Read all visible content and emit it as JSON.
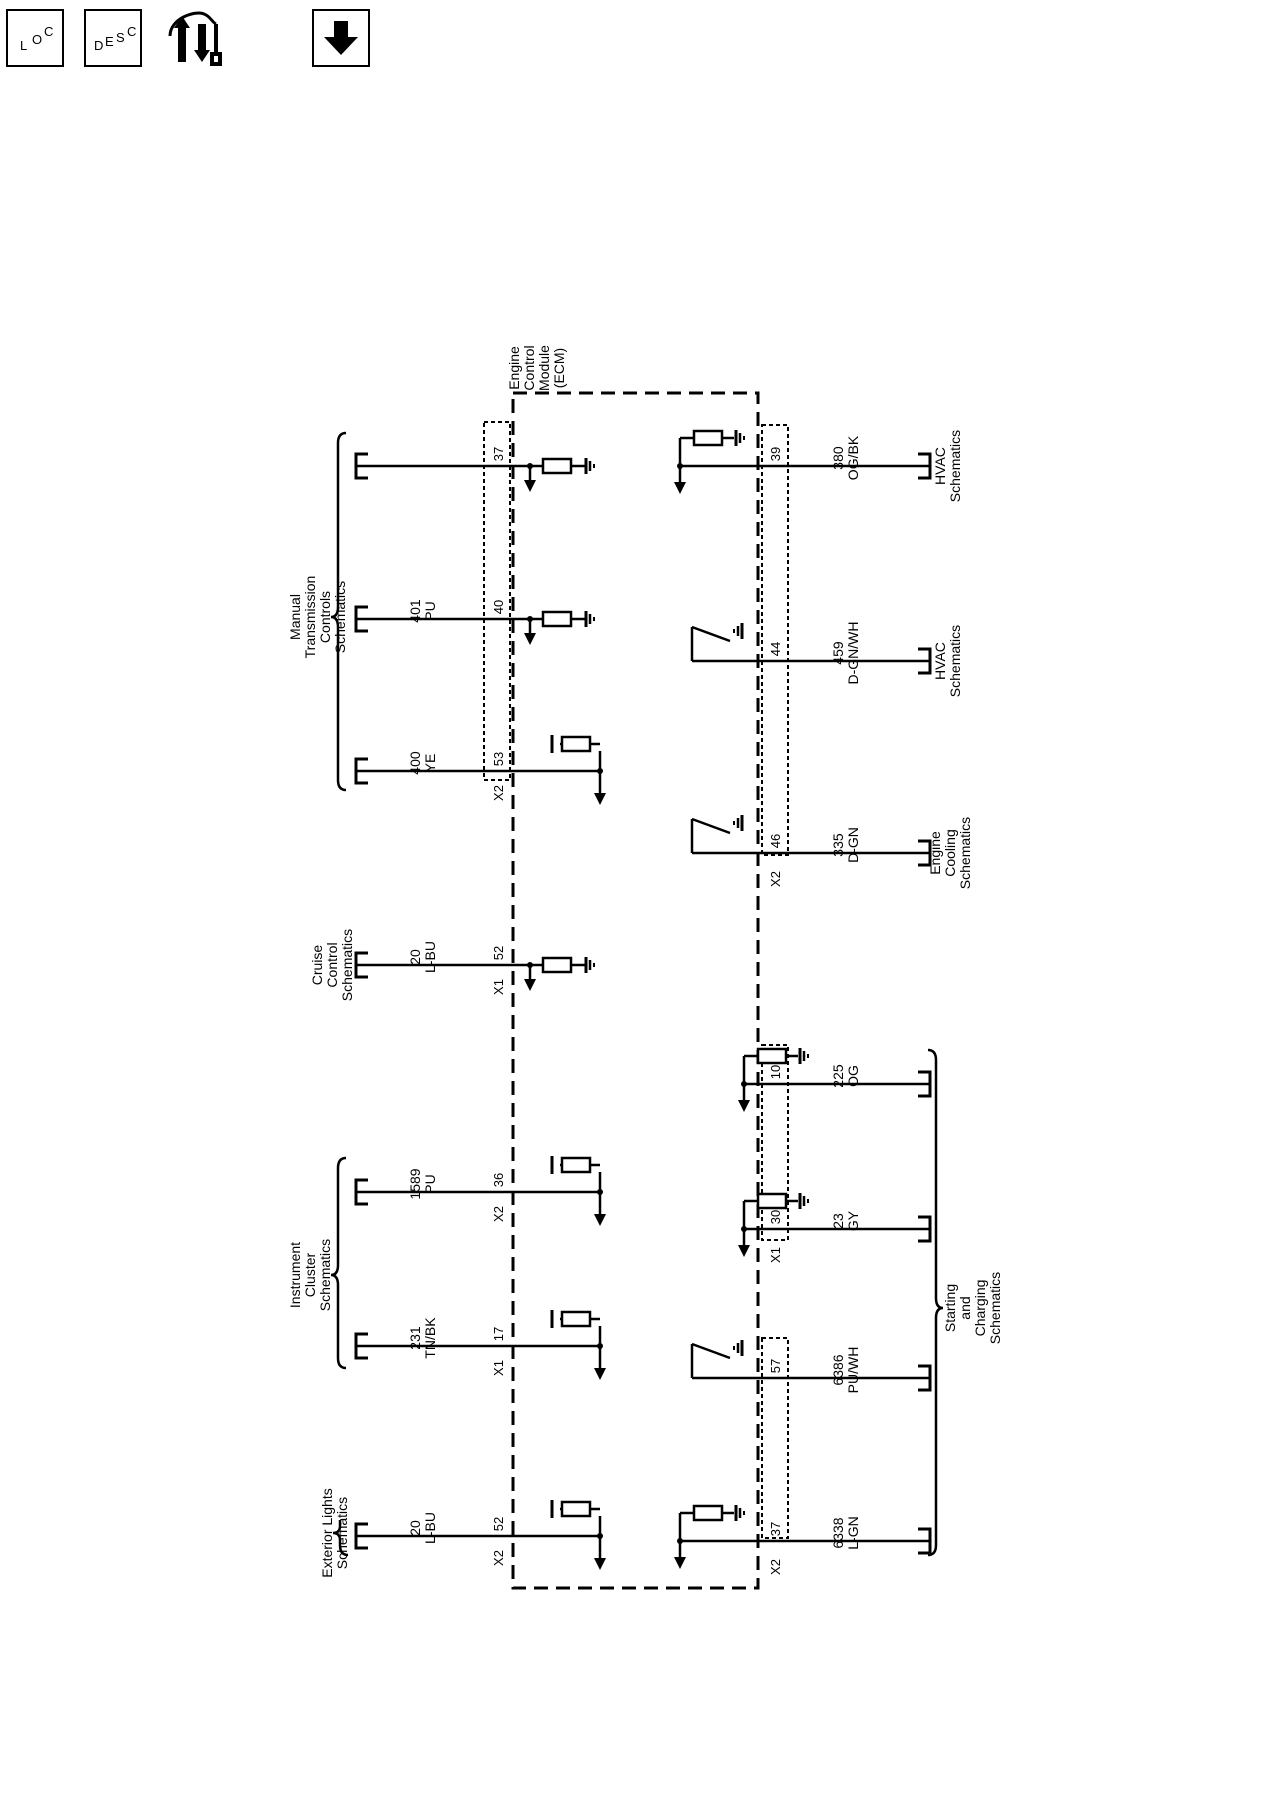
{
  "toolbar": {
    "loc_letters": [
      "L",
      "O",
      "C"
    ],
    "desc_letters": [
      "D",
      "E",
      "S",
      "C"
    ],
    "icons": [
      "location-icon",
      "description-icon",
      "diagnostic-tools-icon",
      "down-arrow-icon"
    ]
  },
  "module": {
    "label": [
      "Engine",
      "Control",
      "Module",
      "(ECM)"
    ]
  },
  "top_groups": [
    {
      "id": "exterior-lights",
      "label": [
        "Exterior Lights",
        "Schematics"
      ]
    },
    {
      "id": "instrument-cluster",
      "label": [
        "Instrument",
        "Cluster",
        "Schematics"
      ]
    },
    {
      "id": "cruise-control",
      "label": [
        "Cruise",
        "Control",
        "Schematics"
      ]
    },
    {
      "id": "manual-transmission",
      "label": [
        "Manual",
        "Transmission",
        "Controls",
        "Schematics"
      ]
    }
  ],
  "bottom_groups": [
    {
      "id": "starting-charging",
      "label": [
        "Starting",
        "and",
        "Charging",
        "Schematics"
      ]
    },
    {
      "id": "engine-cooling",
      "label": [
        "Engine",
        "Cooling",
        "Schematics"
      ]
    },
    {
      "id": "hvac-1",
      "label": [
        "HVAC",
        "Schematics"
      ]
    },
    {
      "id": "hvac-2",
      "label": [
        "HVAC",
        "Schematics"
      ]
    }
  ],
  "top_circuits": [
    {
      "circuit": "20",
      "color": "L-BU",
      "pin": "52",
      "connector": "X2",
      "symbol": "pullup"
    },
    {
      "circuit": "231",
      "color": "TN/BK",
      "pin": "17",
      "connector": "X1",
      "symbol": "pullup"
    },
    {
      "circuit": "1589",
      "color": "PU",
      "pin": "36",
      "connector": "X2",
      "symbol": "pullup"
    },
    {
      "circuit": "20",
      "color": "L-BU",
      "pin": "52",
      "connector": "X1",
      "symbol": "pulldown"
    },
    {
      "circuit": "400",
      "color": "YE",
      "pin": "53",
      "connector": "X2",
      "symbol": "pullup"
    },
    {
      "circuit": "401",
      "color": "PU",
      "pin": "40",
      "connector": "",
      "symbol": "pulldown"
    },
    {
      "circuit": "",
      "color": "",
      "pin": "37",
      "connector": "",
      "symbol": "pulldown"
    }
  ],
  "bottom_circuits": [
    {
      "circuit": "6338",
      "color": "L-GN",
      "pin": "37",
      "connector": "X2",
      "symbol": "ground-res"
    },
    {
      "circuit": "6386",
      "color": "PU/WH",
      "pin": "57",
      "connector": "",
      "symbol": "switch"
    },
    {
      "circuit": "23",
      "color": "GY",
      "pin": "30",
      "connector": "X1",
      "symbol": "ground-res"
    },
    {
      "circuit": "225",
      "color": "OG",
      "pin": "10",
      "connector": "",
      "symbol": "ground-res"
    },
    {
      "circuit": "335",
      "color": "D-GN",
      "pin": "46",
      "connector": "X2",
      "symbol": "switch"
    },
    {
      "circuit": "459",
      "color": "D-GN/WH",
      "pin": "44",
      "connector": "",
      "symbol": "switch"
    },
    {
      "circuit": "380",
      "color": "OG/BK",
      "pin": "39",
      "connector": "",
      "symbol": "ground-res"
    }
  ]
}
